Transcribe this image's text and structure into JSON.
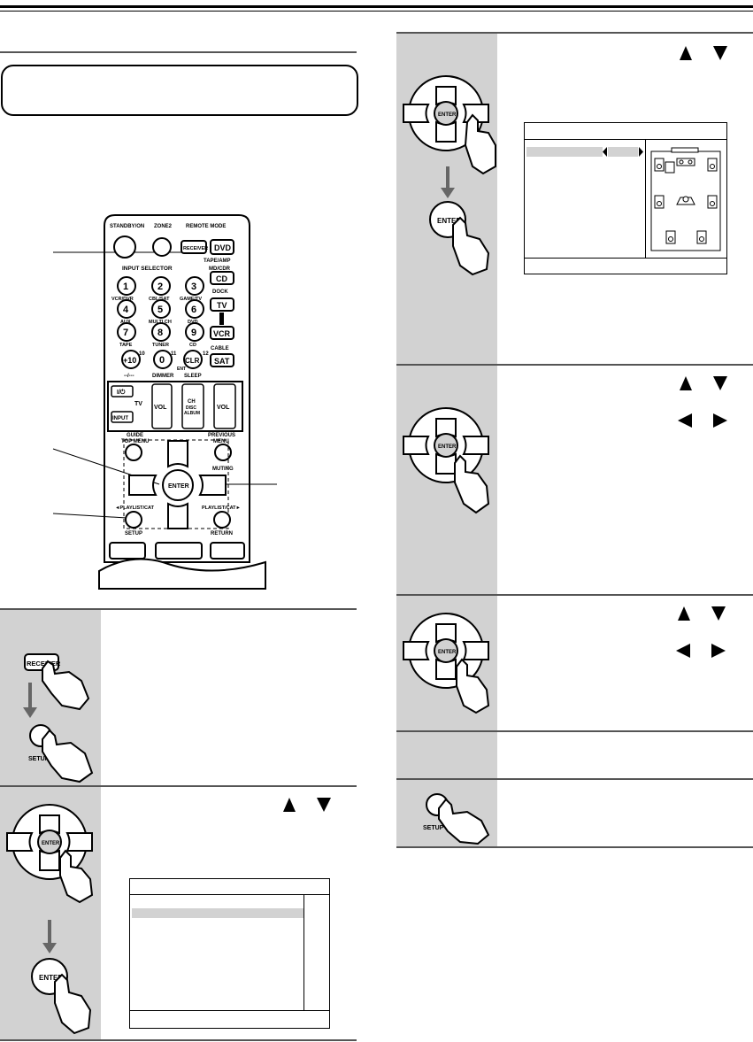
{
  "remote": {
    "brand_mode_label": "REMOTE MODE",
    "standby": "STANDBY/ON",
    "zone2": "ZONE2",
    "receiver": "RECEIVER",
    "dvd": "DVD",
    "tape_amp": "TAPE/AMP",
    "input_selector": "INPUT SELECTOR",
    "md_cdr": "MD/CDR",
    "cd": "CD",
    "dock": "DOCK",
    "tv": "TV",
    "vcr": "VCR",
    "cable": "CABLE",
    "sat": "SAT",
    "num_buttons": [
      {
        "num": "1",
        "label": "VCR/DVR"
      },
      {
        "num": "2",
        "label": "CBL/SAT"
      },
      {
        "num": "3",
        "label": "GAME/TV"
      },
      {
        "num": "4",
        "label": "AUX"
      },
      {
        "num": "5",
        "label": "MULTI CH"
      },
      {
        "num": "6",
        "label": "DVD"
      },
      {
        "num": "7",
        "label": "TAPE"
      },
      {
        "num": "8",
        "label": "TUNER"
      },
      {
        "num": "9",
        "label": "CD"
      }
    ],
    "plus10": "+10",
    "zero": "0",
    "clr": "CLR",
    "num10": "10",
    "num11": "11",
    "num12": "12",
    "dash": "--/---",
    "dimmer": "DIMMER",
    "sleep": "SLEEP",
    "ent": "ENT",
    "io": "I/⏻",
    "tv_label": "TV",
    "vol": "VOL",
    "input": "INPUT",
    "ch": "CH",
    "disc": "DISC",
    "album": "ALBUM",
    "guide": "GUIDE",
    "top_menu": "TOP MENU",
    "previous": "PREVIOUS",
    "menu": "MENU",
    "muting": "MUTING",
    "enter": "ENTER",
    "playlist_left": "◄PLAYLIST/CAT",
    "playlist_right": "PLAYLIST/CAT►",
    "setup": "SETUP",
    "return": "RETURN"
  },
  "steps": {
    "receiver_btn": "RECEIVER",
    "setup_label": "SETUP",
    "enter_label": "ENTER"
  }
}
